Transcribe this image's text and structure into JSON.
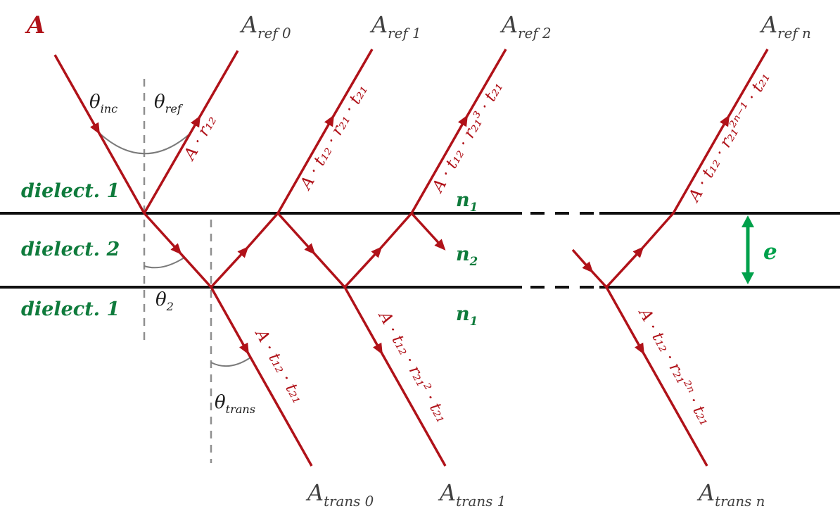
{
  "colors": {
    "ray": "#b01219",
    "interface": "#111111",
    "normal": "#8f8f8f",
    "arc": "#7a7a7a",
    "label": "#3f3f3f",
    "theta": "#1b1b1b",
    "green": "#0f7b3c",
    "greenArrow": "#00a14b"
  },
  "incident": {
    "label": "A"
  },
  "reflected": [
    {
      "base": "A",
      "sub": "ref 0"
    },
    {
      "base": "A",
      "sub": "ref 1"
    },
    {
      "base": "A",
      "sub": "ref 2"
    },
    {
      "base": "A",
      "sub": "ref n"
    }
  ],
  "transmitted": [
    {
      "base": "A",
      "sub": "trans 0"
    },
    {
      "base": "A",
      "sub": "trans 1"
    },
    {
      "base": "A",
      "sub": "trans n"
    }
  ],
  "angles": {
    "inc": {
      "base": "θ",
      "sub": "inc"
    },
    "ref": {
      "base": "θ",
      "sub": "ref"
    },
    "two": {
      "base": "θ",
      "sub": "2"
    },
    "trans": {
      "base": "θ",
      "sub": "trans"
    }
  },
  "media": {
    "top": "dielect. 1",
    "middle": "dielect. 2",
    "bottom": "dielect. 1",
    "n_top": {
      "base": "n",
      "sub": "1"
    },
    "n_mid": {
      "base": "n",
      "sub": "2"
    },
    "n_bot": {
      "base": "n",
      "sub": "1"
    }
  },
  "ray_labels": {
    "r0": "A · r₁₂",
    "r1": "A · t₁₂ · r₂₁ · t₂₁",
    "r2": "A · t₁₂ · r₂₁³ · t₂₁",
    "rn": "A · t₁₂ · r₂₁²ⁿ⁻¹ · t₂₁",
    "t0": "A · t₁₂ · t₂₁",
    "t1": "A · t₁₂ · r₂₁² · t₂₁",
    "tn": "A · t₁₂ · r₂₁²ⁿ · t₂₁"
  },
  "thickness": {
    "label": "e"
  }
}
